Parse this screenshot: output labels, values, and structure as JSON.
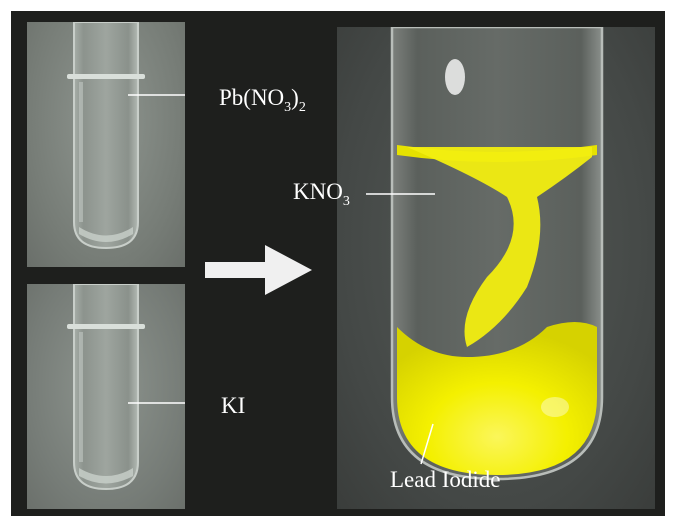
{
  "labels": {
    "pb_no3_2": {
      "main": "Pb(NO",
      "sub1": "3",
      "close": ")",
      "sub2": "2"
    },
    "ki": "KI",
    "kno3": {
      "main": "KNO",
      "sub": "3"
    },
    "lead_iodide": "Lead Iodide"
  },
  "colors": {
    "background": "#1e1f1d",
    "precipitate": "#f4f000",
    "label_text": "#ffffff"
  }
}
